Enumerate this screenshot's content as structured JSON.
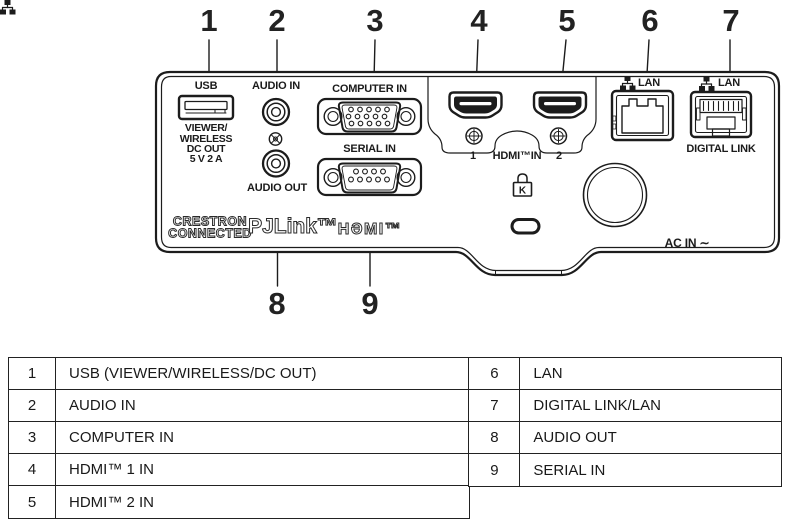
{
  "callouts": {
    "top": [
      {
        "num": "1"
      },
      {
        "num": "2"
      },
      {
        "num": "3"
      },
      {
        "num": "4"
      },
      {
        "num": "5"
      },
      {
        "num": "6"
      },
      {
        "num": "7"
      }
    ],
    "bottom": [
      {
        "num": "8"
      },
      {
        "num": "9"
      }
    ]
  },
  "panel": {
    "usb": {
      "title": "USB",
      "line1": "VIEWER/",
      "line2": "WIRELESS",
      "line3": "DC OUT",
      "line4": "5 V 2 A"
    },
    "audio_in": "AUDIO IN",
    "audio_out": "AUDIO OUT",
    "computer_in": "COMPUTER IN",
    "serial_in": "SERIAL IN",
    "hdmi": {
      "left_num": "1",
      "label": "HDMI™IN",
      "right_num": "2"
    },
    "lan_left": "LAN",
    "lan_right": "LAN",
    "digital_link": "DIGITAL LINK",
    "ac_in": "AC IN ∼",
    "kensington_k": "K",
    "logos": {
      "crestron_line1": "CRESTRON",
      "crestron_line2": "CONNECTED",
      "pjlink": "PJLink™",
      "hdmi": "HƏMI™"
    }
  },
  "legend_table": {
    "left_rows": [
      {
        "num": "1",
        "label": "USB (VIEWER/WIRELESS/DC OUT)"
      },
      {
        "num": "2",
        "label": "AUDIO IN"
      },
      {
        "num": "3",
        "label": "COMPUTER IN"
      },
      {
        "num": "4",
        "label": "HDMI™ 1 IN"
      },
      {
        "num": "5",
        "label": "HDMI™ 2 IN"
      }
    ],
    "right_rows": [
      {
        "num": "6",
        "label": "LAN"
      },
      {
        "num": "7",
        "label": "DIGITAL LINK/LAN"
      },
      {
        "num": "8",
        "label": "AUDIO OUT"
      },
      {
        "num": "9",
        "label": "SERIAL IN"
      }
    ]
  }
}
